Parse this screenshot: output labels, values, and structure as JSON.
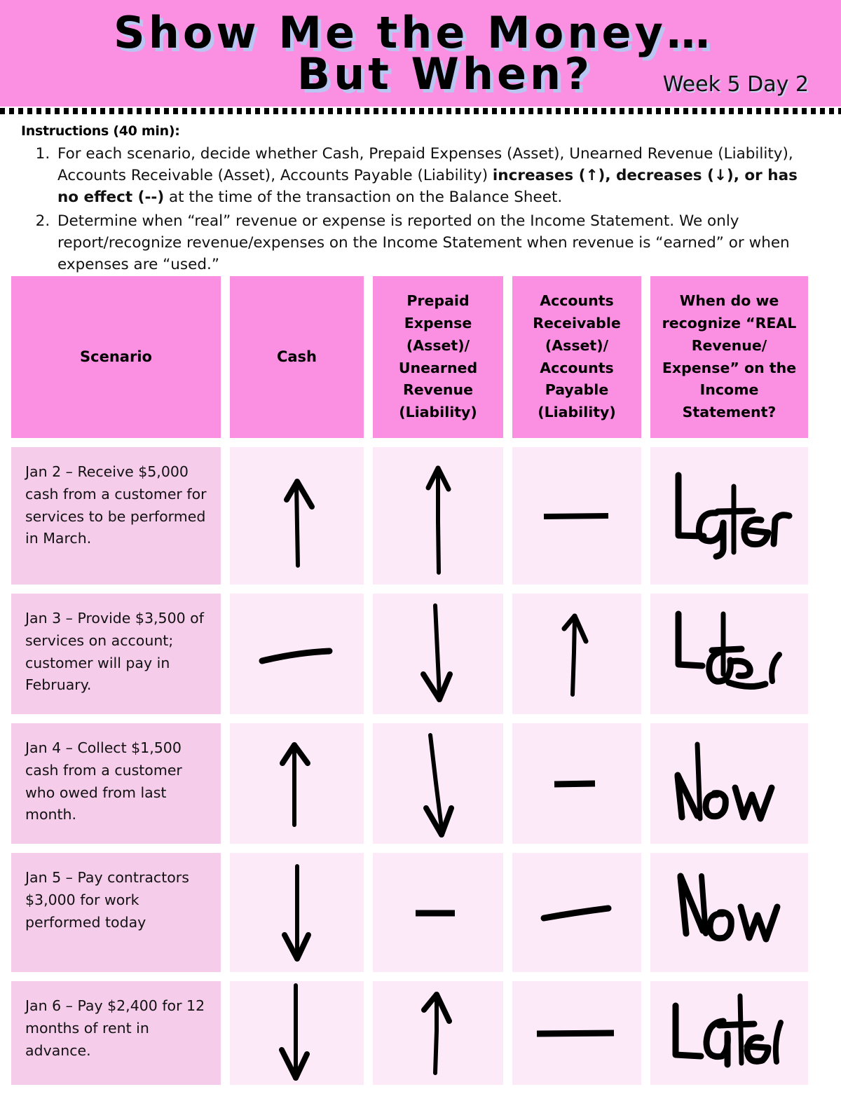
{
  "banner": {
    "title_line_1": "Show Me the Money…",
    "title_line_2": "But When?",
    "week_label": "Week 5 Day 2",
    "bg_color": "#FB8FE2",
    "shadow_color": "#B9C6F2"
  },
  "instructions": {
    "heading": "Instructions (40 min):",
    "item_1": {
      "part_a": "For each scenario, decide whether Cash, Prepaid Expenses (Asset), Unearned Revenue (Liability), Accounts Receivable (Asset), Accounts Payable (Liability) ",
      "part_bold_1": "increases (↑), decreases (↓), or has no effect (--)",
      "part_b": " at the time of the transaction on the Balance Sheet."
    },
    "item_2": "Determine when “real” revenue or expense is reported on the Income Statement.  We only report/recognize revenue/expenses on the Income Statement when revenue is “earned” or when expenses are “used.”"
  },
  "table": {
    "header_bg": "#FB8FE2",
    "scenario_cell_bg": "#F6CCEB",
    "answer_cell_bg": "#FDEAF8",
    "headers": [
      "Scenario",
      "Cash",
      "Prepaid Expense (Asset)/ Unearned Revenue (Liability)",
      "Accounts Receivable (Asset)/ Accounts Payable (Liability)",
      "When do we recognize “REAL Revenue/ Expense” on the Income Statement?"
    ],
    "rows": [
      {
        "scenario": "Jan 2 – Receive $5,000 cash from a customer for services to be performed in March.",
        "cash": "up-arrow",
        "prepaid_unearned": "up-arrow",
        "ar_ap": "dash",
        "recognize": "Later"
      },
      {
        "scenario": "Jan 3 – Provide $3,500 of services on account; customer will pay in February.",
        "cash": "dash",
        "prepaid_unearned": "down-arrow",
        "ar_ap": "up-arrow",
        "recognize": "Later"
      },
      {
        "scenario": "Jan 4 – Collect $1,500 cash from a customer who owed from last month.",
        "cash": "up-arrow",
        "prepaid_unearned": "down-arrow",
        "ar_ap": "dash",
        "recognize": "Now"
      },
      {
        "scenario": "Jan 5 – Pay contractors $3,000 for work performed today",
        "cash": "down-arrow",
        "prepaid_unearned": "dash",
        "ar_ap": "dash",
        "recognize": "Now"
      },
      {
        "scenario": "Jan 6 – Pay $2,400 for 12 months of rent in advance.",
        "cash": "down-arrow",
        "prepaid_unearned": "up-arrow",
        "ar_ap": "dash",
        "recognize": "Later"
      }
    ]
  }
}
